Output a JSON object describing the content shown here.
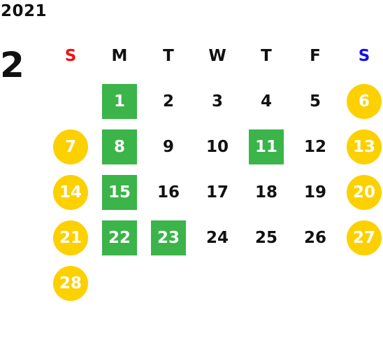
{
  "calendar": {
    "year": "2021",
    "month": "2",
    "weekdays": [
      {
        "label": "S",
        "color": "#ee1111"
      },
      {
        "label": "M",
        "color": "#111111"
      },
      {
        "label": "T",
        "color": "#111111"
      },
      {
        "label": "W",
        "color": "#111111"
      },
      {
        "label": "T",
        "color": "#111111"
      },
      {
        "label": "F",
        "color": "#111111"
      },
      {
        "label": "S",
        "color": "#1111ee"
      }
    ],
    "colors": {
      "weekend_circle": "#fdd000",
      "highlight_square": "#3bb44a",
      "text": "#111111"
    },
    "weeks": [
      [
        {
          "day": ""
        },
        {
          "day": "1",
          "style": "highlight"
        },
        {
          "day": "2"
        },
        {
          "day": "3"
        },
        {
          "day": "4"
        },
        {
          "day": "5"
        },
        {
          "day": "6",
          "style": "weekend"
        }
      ],
      [
        {
          "day": "7",
          "style": "weekend"
        },
        {
          "day": "8",
          "style": "highlight"
        },
        {
          "day": "9"
        },
        {
          "day": "10"
        },
        {
          "day": "11",
          "style": "highlight"
        },
        {
          "day": "12"
        },
        {
          "day": "13",
          "style": "weekend"
        }
      ],
      [
        {
          "day": "14",
          "style": "weekend"
        },
        {
          "day": "15",
          "style": "highlight"
        },
        {
          "day": "16"
        },
        {
          "day": "17"
        },
        {
          "day": "18"
        },
        {
          "day": "19"
        },
        {
          "day": "20",
          "style": "weekend"
        }
      ],
      [
        {
          "day": "21",
          "style": "weekend"
        },
        {
          "day": "22",
          "style": "highlight"
        },
        {
          "day": "23",
          "style": "highlight"
        },
        {
          "day": "24"
        },
        {
          "day": "25"
        },
        {
          "day": "26"
        },
        {
          "day": "27",
          "style": "weekend"
        }
      ],
      [
        {
          "day": "28",
          "style": "weekend"
        },
        {
          "day": ""
        },
        {
          "day": ""
        },
        {
          "day": ""
        },
        {
          "day": ""
        },
        {
          "day": ""
        },
        {
          "day": ""
        }
      ]
    ]
  }
}
